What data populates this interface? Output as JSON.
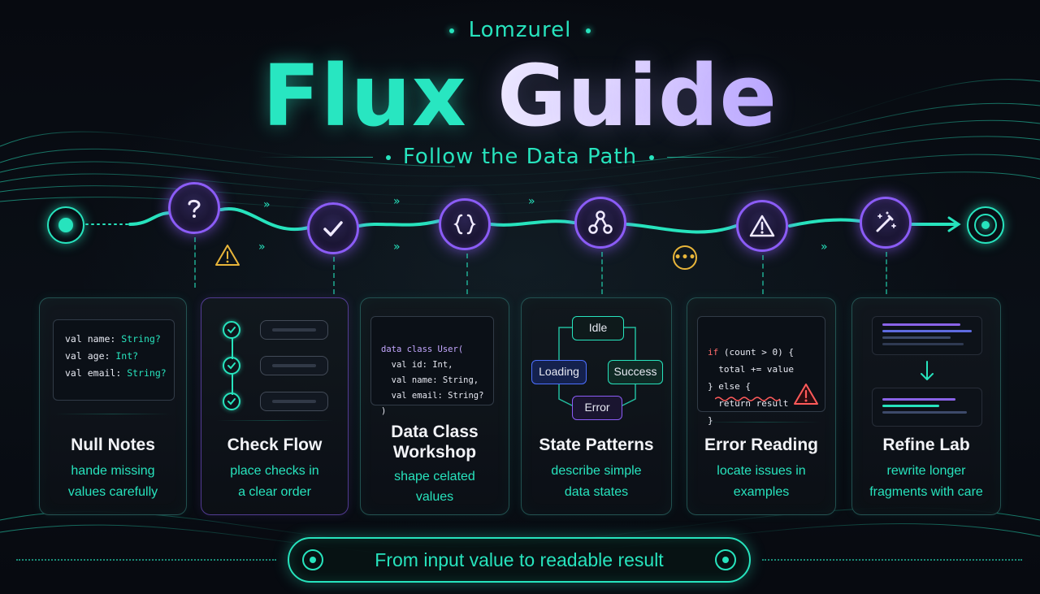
{
  "header": {
    "brand": "Lomzurel",
    "title_word1": "Flux",
    "title_word2": "Guide",
    "subtitle": "Follow the Data Path"
  },
  "path": {
    "nodes": [
      {
        "icon": "question-icon"
      },
      {
        "icon": "check-icon"
      },
      {
        "icon": "braces-icon"
      },
      {
        "icon": "network-icon"
      },
      {
        "icon": "warning-icon"
      },
      {
        "icon": "magic-wand-icon"
      }
    ],
    "chevron": "»",
    "ellipsis": "•••"
  },
  "cards": [
    {
      "title": "Null Notes",
      "desc": [
        "hande missing",
        "values carefully"
      ],
      "code": [
        {
          "k": "val",
          "n": "name:",
          "t": "String?"
        },
        {
          "k": "val",
          "n": "age:",
          "t": "Int?"
        },
        {
          "k": "val",
          "n": "email:",
          "t": "String?"
        }
      ]
    },
    {
      "title": "Check Flow",
      "desc": [
        "place checks in",
        "a clear order"
      ]
    },
    {
      "title_lines": [
        "Data Class",
        "Workshop"
      ],
      "desc": [
        "shape celated",
        "values"
      ],
      "code": [
        "data class User(",
        "  val id: Int,",
        "  val name: String,",
        "  val email: String?",
        ")"
      ]
    },
    {
      "title": "State Patterns",
      "desc": [
        "describe simple",
        "data states"
      ],
      "states": {
        "idle": "Idle",
        "loading": "Loading",
        "success": "Success",
        "error": "Error"
      }
    },
    {
      "title": "Error Reading",
      "desc": [
        "locate issues in",
        "examples"
      ],
      "code": {
        "l1a": "if",
        "l1b": "(count > 0) {",
        "l2": "  total += value",
        "l3": "} else {",
        "l4": "  return result",
        "l5": "}"
      }
    },
    {
      "title": "Refine Lab",
      "desc": [
        "rewrite longer",
        "fragments with care"
      ]
    }
  ],
  "footer": {
    "text": "From input value to readable result"
  },
  "colors": {
    "accent": "#27e3bd",
    "violet": "#8b5cf6",
    "background": "#070a10",
    "warning": "#e8b53a",
    "error": "#ff6b6b"
  }
}
